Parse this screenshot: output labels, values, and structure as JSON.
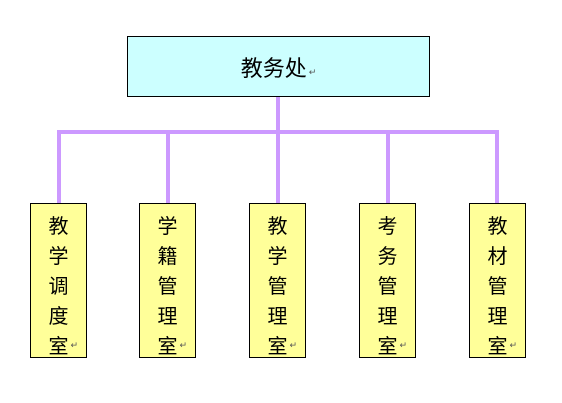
{
  "diagram": {
    "root": {
      "label": "教务处"
    },
    "children": [
      {
        "label": "教学调度室"
      },
      {
        "label": "学籍管理室"
      },
      {
        "label": "教学管理室"
      },
      {
        "label": "考务管理室"
      },
      {
        "label": "教材管理室"
      }
    ],
    "paragraph_mark": "↵",
    "colors": {
      "root_fill": "#ccffff",
      "child_fill": "#ffff99",
      "connector": "#cc99ff",
      "border": "#000000"
    }
  }
}
